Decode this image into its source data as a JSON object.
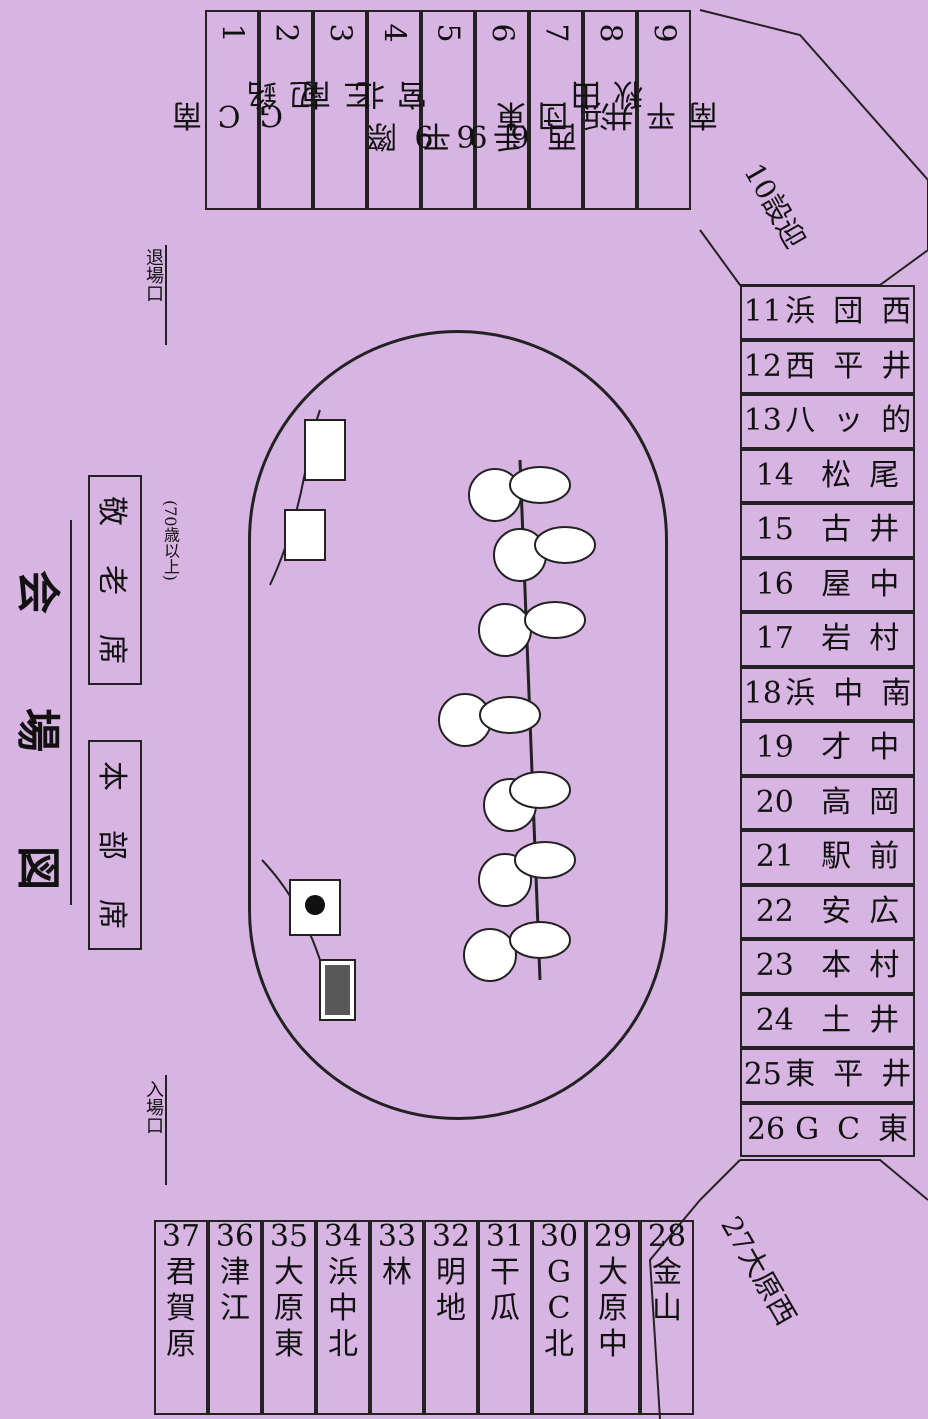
{
  "title": {
    "chars": [
      "会",
      "場",
      "図"
    ]
  },
  "boxes": {
    "headquarters": {
      "chars": [
        "本",
        "部",
        "席"
      ]
    },
    "elders": {
      "chars": [
        "敬",
        "老",
        "席"
      ],
      "note": "(70歳以上)"
    }
  },
  "doors": {
    "entrance": "入場口",
    "exit": "退場口"
  },
  "left_block": [
    {
      "num": "1",
      "name": "GC南"
    },
    {
      "num": "2",
      "name": "辺銘"
    },
    {
      "num": "3",
      "name": "三南"
    },
    {
      "num": "4",
      "name": "宮北"
    },
    {
      "num": "5",
      "name": "手69際"
    },
    {
      "num": "6",
      "name": "西69平"
    },
    {
      "num": "7",
      "name": "浜団東"
    },
    {
      "num": "8",
      "name": "秋田"
    },
    {
      "num": "9",
      "name": "南平井"
    }
  ],
  "corner_top": {
    "num": "10",
    "name": "設迎"
  },
  "right_block": [
    {
      "num": "11",
      "name": "浜団西"
    },
    {
      "num": "12",
      "name": "西平井"
    },
    {
      "num": "13",
      "name": "八ッ的"
    },
    {
      "num": "14",
      "name": "松尾"
    },
    {
      "num": "15",
      "name": "古井"
    },
    {
      "num": "16",
      "name": "屋中"
    },
    {
      "num": "17",
      "name": "岩村"
    },
    {
      "num": "18",
      "name": "浜中南"
    },
    {
      "num": "19",
      "name": "才中"
    },
    {
      "num": "20",
      "name": "高岡"
    },
    {
      "num": "21",
      "name": "駅前"
    },
    {
      "num": "22",
      "name": "安広"
    },
    {
      "num": "23",
      "name": "本村"
    },
    {
      "num": "24",
      "name": "土井"
    },
    {
      "num": "25",
      "name": "東平井"
    },
    {
      "num": "26",
      "name": "GC東"
    }
  ],
  "corner_bottom": {
    "num": "27",
    "name": "大原西"
  },
  "bottom_block": [
    {
      "num": "28",
      "name": "金山"
    },
    {
      "num": "29",
      "name": "大原中"
    },
    {
      "num": "30",
      "name": "GC北"
    },
    {
      "num": "31",
      "name": "干瓜"
    },
    {
      "num": "32",
      "name": "明地"
    },
    {
      "num": "33",
      "name": "林"
    },
    {
      "num": "34",
      "name": "浜中北"
    },
    {
      "num": "35",
      "name": "大原東"
    },
    {
      "num": "36",
      "name": "津江"
    },
    {
      "num": "37",
      "name": "君賀原"
    }
  ]
}
